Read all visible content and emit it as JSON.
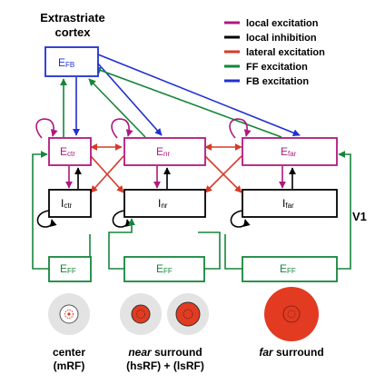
{
  "title": {
    "line1": "Extrastriate",
    "line2": "cortex"
  },
  "side_label": "V1",
  "legend": [
    {
      "label": "local excitation",
      "color": "#b0187e"
    },
    {
      "label": "local inhibition",
      "color": "#000000"
    },
    {
      "label": "lateral excitation",
      "color": "#d63a28"
    },
    {
      "label": "FF excitation",
      "color": "#16853a"
    },
    {
      "label": "FB excitation",
      "color": "#2030d0"
    }
  ],
  "nodes": {
    "efb": {
      "base": "E",
      "sub": "FB"
    },
    "e_ctr": {
      "base": "E",
      "sub": "ctr"
    },
    "e_nr": {
      "base": "E",
      "sub": "nr"
    },
    "e_far": {
      "base": "E",
      "sub": "far"
    },
    "i_ctr": {
      "base": "I",
      "sub": "ctr"
    },
    "i_nr": {
      "base": "I",
      "sub": "nr"
    },
    "i_far": {
      "base": "I",
      "sub": "far"
    },
    "eff_ctr": {
      "base": "E",
      "sub": "FF"
    },
    "eff_nr": {
      "base": "E",
      "sub": "FF"
    },
    "eff_far": {
      "base": "E",
      "sub": "FF"
    }
  },
  "captions": {
    "center": {
      "line1": "center",
      "line2": "(mRF)"
    },
    "near": {
      "emph": "near",
      "rest": " surround",
      "line2": "(hsRF) + (lsRF)"
    },
    "far": {
      "emph": "far",
      "rest": " surround"
    }
  },
  "colors": {
    "magenta": "#b0187e",
    "red": "#d63a28",
    "green": "#16853a",
    "blue": "#2030d0",
    "black": "#000000",
    "surround_gray": "#e3e3e3",
    "stim_red": "#e23b22"
  }
}
